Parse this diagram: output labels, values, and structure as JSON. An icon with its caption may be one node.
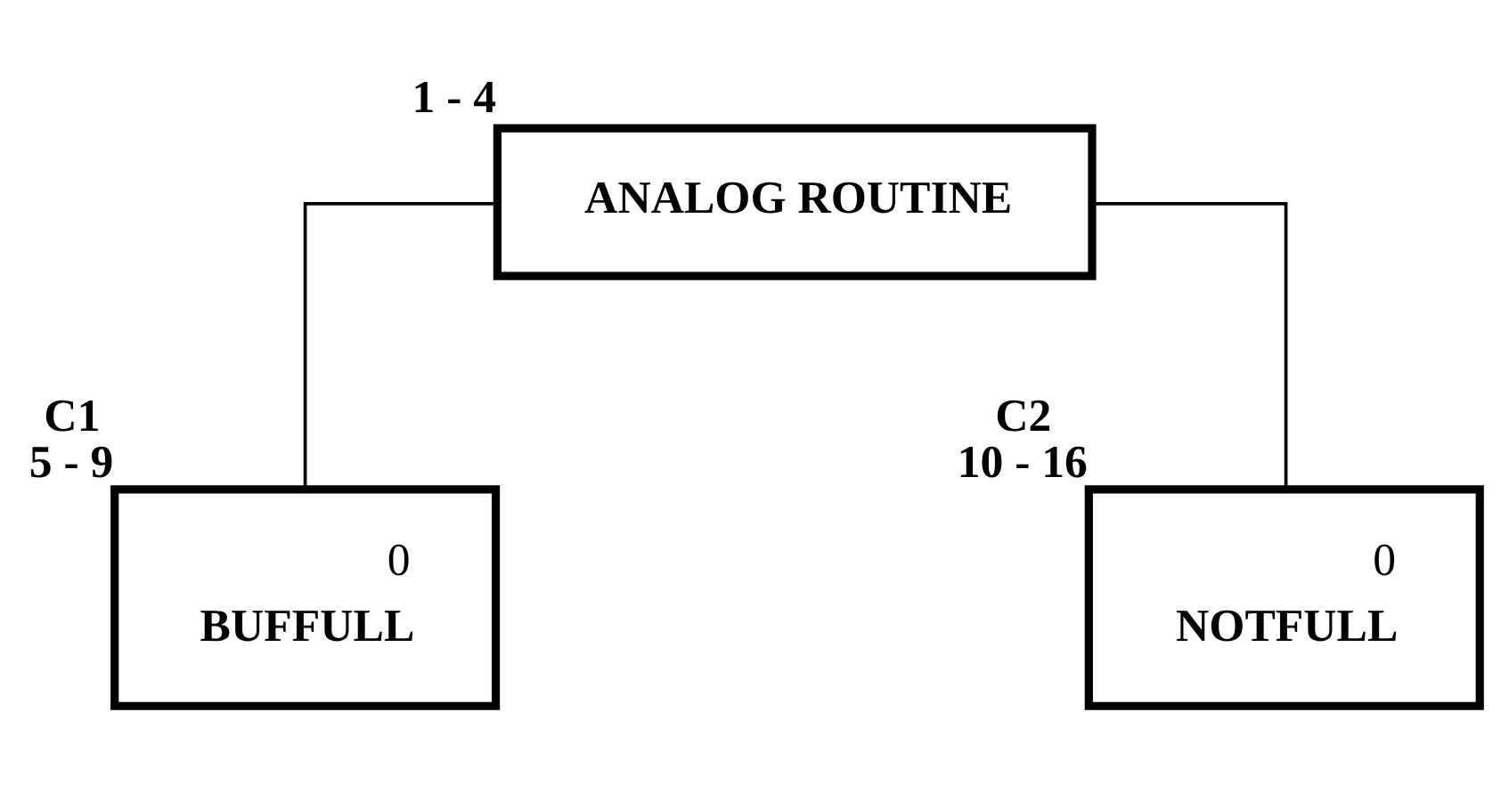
{
  "diagram": {
    "nodes": [
      {
        "text": [
          "ANALOG ROUTINE"
        ],
        "beside": [
          "1 - 4"
        ]
      },
      {
        "text": [
          "0",
          "BUFFULL"
        ],
        "beside": [
          "C1",
          "5 - 9"
        ]
      },
      {
        "text": [
          "0",
          "NOTFULL"
        ],
        "beside": [
          "C2",
          "10 - 16"
        ]
      }
    ],
    "edges": [
      {
        "from": 0,
        "to": 1,
        "arrow": "none"
      },
      {
        "from": 0,
        "to": 2,
        "arrow": "none"
      }
    ]
  }
}
